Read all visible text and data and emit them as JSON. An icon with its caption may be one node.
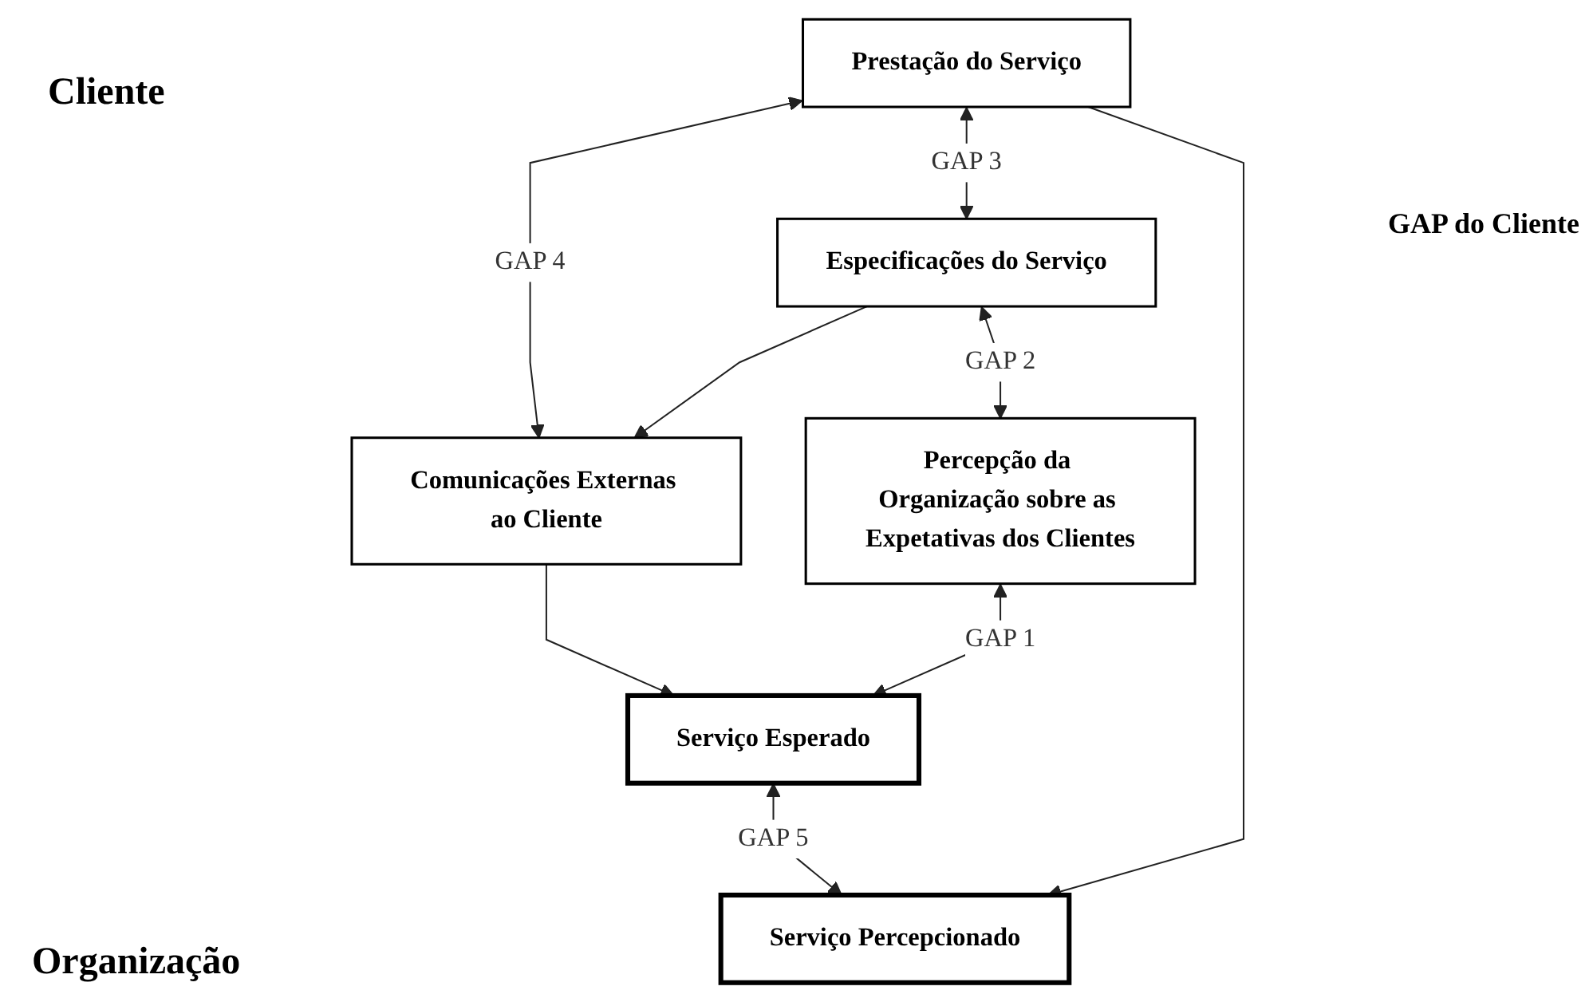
{
  "diagram": {
    "nodes": [
      {
        "text": [
          "Serviço Esperado"
        ]
      },
      {
        "text": [
          "Serviço Percepcionado"
        ]
      },
      {
        "text": [
          "Prestação do Serviço"
        ]
      },
      {
        "text": [
          "Comunicações Externas ao Cliente"
        ]
      },
      {
        "text": [
          "Especificações do Serviço"
        ]
      },
      {
        "text": [
          "Percepção da Organização sobre as Expetativas dos Clientes"
        ]
      }
    ],
    "edges": [
      {
        "from": 0,
        "to": 1,
        "arrow": "both",
        "label": "GAP 5"
      },
      {
        "from": 2,
        "to": 1,
        "arrow": "to"
      },
      {
        "from": 2,
        "to": 3,
        "arrow": "both",
        "label": "GAP 4"
      },
      {
        "from": 2,
        "to": 4,
        "arrow": "both",
        "label": "GAP 3"
      },
      {
        "from": 4,
        "to": 3,
        "arrow": "to"
      },
      {
        "from": 4,
        "to": 5,
        "arrow": "both",
        "label": "GAP 2"
      },
      {
        "from": 3,
        "to": 0,
        "arrow": "to"
      },
      {
        "from": 5,
        "to": 0,
        "arrow": "both",
        "label": "GAP 1"
      }
    ],
    "labels": [
      "Cliente",
      "GAP do Cliente",
      "Organização"
    ]
  }
}
